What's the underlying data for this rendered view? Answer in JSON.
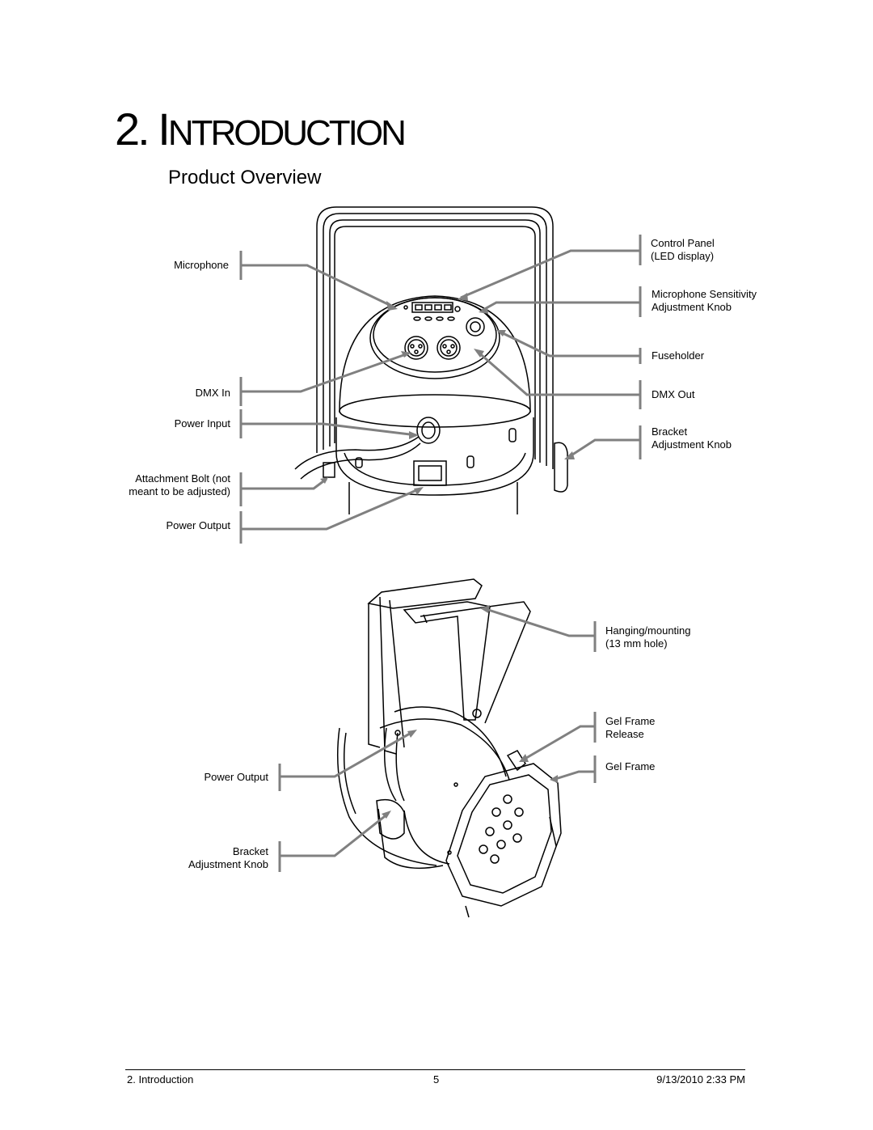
{
  "heading": {
    "number": "2.",
    "initial": "I",
    "rest": "NTRODUCTION"
  },
  "subheading": "Product Overview",
  "figure_top": {
    "left_labels": {
      "microphone": "Microphone",
      "dmx_in": "DMX In",
      "power_input": "Power Input",
      "attachment_bolt_1": "Attachment Bolt (not",
      "attachment_bolt_2": "meant to be adjusted)",
      "power_output": "Power Output"
    },
    "right_labels": {
      "control_panel_1": "Control Panel",
      "control_panel_2": "(LED display)",
      "mic_sensitivity_1": "Microphone Sensitivity",
      "mic_sensitivity_2": "Adjustment Knob",
      "fuseholder": "Fuseholder",
      "dmx_out": "DMX Out",
      "bracket_knob_1": "Bracket",
      "bracket_knob_2": "Adjustment Knob"
    }
  },
  "figure_bottom": {
    "right_labels": {
      "hanging_1": "Hanging/mounting",
      "hanging_2": "(13 mm hole)",
      "gel_release_1": "Gel Frame",
      "gel_release_2": "Release",
      "gel_frame": "Gel Frame"
    },
    "left_labels": {
      "power_output": "Power Output",
      "bracket_knob_1": "Bracket",
      "bracket_knob_2": "Adjustment Knob"
    }
  },
  "footer": {
    "section": "2. Introduction",
    "page": "5",
    "timestamp": "9/13/2010 2:33 PM"
  },
  "colors": {
    "callout_gray": "#808080",
    "line_art": "#000000"
  }
}
